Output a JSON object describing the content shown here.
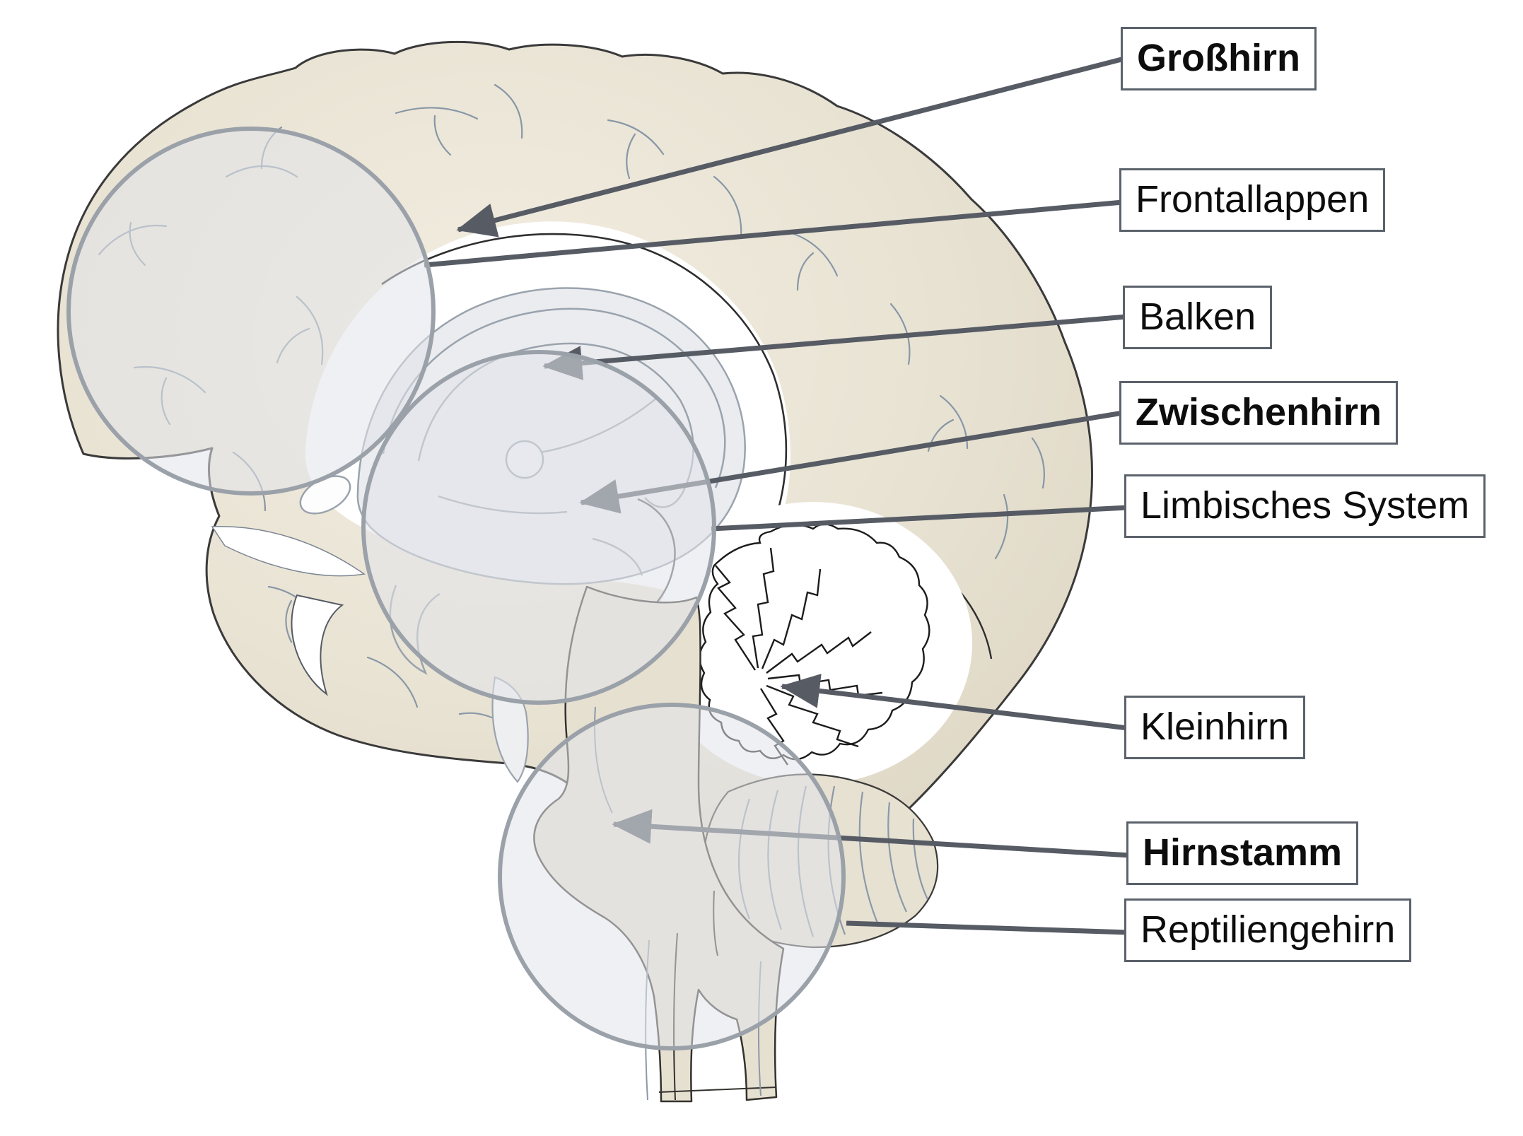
{
  "figure": {
    "kind": "anatomical-diagram",
    "subject": "human brain, sagittal section",
    "language": "de"
  },
  "labels": [
    {
      "id": "grosshirn",
      "text": "Großhirn",
      "style": "bold",
      "connector": "arrow"
    },
    {
      "id": "frontallappen",
      "text": "Frontallappen",
      "style": "regular",
      "connector": "line"
    },
    {
      "id": "balken",
      "text": "Balken",
      "style": "regular",
      "connector": "arrow"
    },
    {
      "id": "zwischenhirn",
      "text": "Zwischenhirn",
      "style": "bold",
      "connector": "arrow"
    },
    {
      "id": "limbisches-system",
      "text": "Limbisches System",
      "style": "regular",
      "connector": "line"
    },
    {
      "id": "kleinhirn",
      "text": "Kleinhirn",
      "style": "regular",
      "connector": "arrow"
    },
    {
      "id": "hirnstamm",
      "text": "Hirnstamm",
      "style": "bold",
      "connector": "arrow"
    },
    {
      "id": "reptiliengehirn",
      "text": "Reptiliengehirn",
      "style": "regular",
      "connector": "line"
    }
  ],
  "colors": {
    "background": "#ffffff",
    "cortex_fill": "#e8e2d3",
    "cortex_outline": "#3a3a3a",
    "sulci": "#8897a6",
    "inner_structures": "#9aa3ad",
    "cerebellum_lines": "#1c1c1c",
    "leader_line": "#565b64",
    "highlight_circle_stroke": "#9ba1a9",
    "highlight_circle_fill": "rgba(225,228,234,0.55)",
    "label_border": "#5c626b",
    "label_text": "#0d0d0d"
  }
}
